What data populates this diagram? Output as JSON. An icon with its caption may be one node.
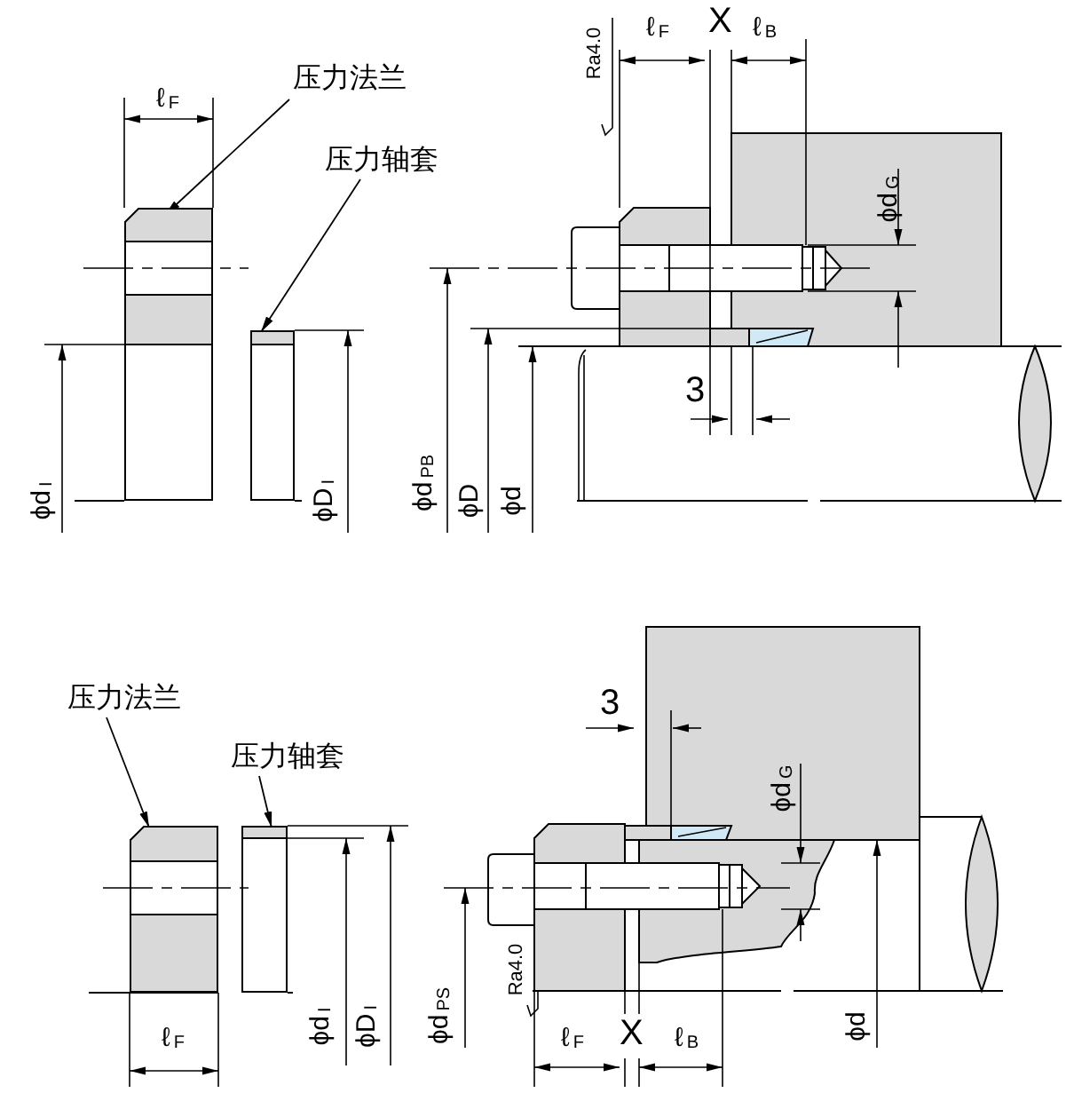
{
  "diagram": {
    "nodes": [
      {
        "text": [
          "压力法兰"
        ]
      },
      {
        "text": [],
        "shape": "picture"
      },
      {
        "text": [
          "压力轴套"
        ]
      },
      {
        "text": [],
        "shape": "box"
      },
      {
        "text": [
          "压力法兰"
        ]
      },
      {
        "text": [],
        "shape": "picture"
      },
      {
        "text": [
          "压力轴套"
        ]
      },
      {
        "text": [],
        "shape": "box"
      }
    ],
    "edges": [
      {
        "from": 0,
        "to": 1,
        "arrow": "to"
      },
      {
        "from": 2,
        "to": 3,
        "arrow": "to"
      },
      {
        "from": 4,
        "to": 5,
        "arrow": "to"
      },
      {
        "from": 6,
        "to": 7,
        "arrow": "to"
      }
    ],
    "labels": [
      "ℓ$_{F}$",
      "X",
      "ℓ$_{B}$",
      "Ra4.0",
      "ℓ$_{F}$",
      "ϕd$_{G}$",
      "3",
      "ϕd$_{I}$",
      "ϕD$_{I}$",
      "ϕd$_{PB}$",
      "ϕD",
      "ϕd",
      "3",
      "ϕd$_{G}$",
      "Ra4.0",
      "ℓ$_{F}$",
      "ϕd$_{I}$",
      "ϕD$_{I}$",
      "ϕd$_{PS}$",
      "ℓ$_{F}$",
      "X",
      "ℓ$_{B}$",
      "ϕd"
    ]
  }
}
